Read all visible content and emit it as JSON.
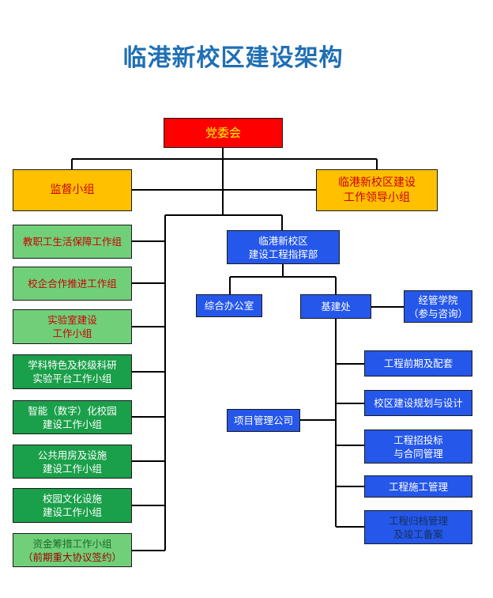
{
  "title": "临港新校区建设架构",
  "nodes": {
    "party_committee": [
      "党委会"
    ],
    "supervision_group": [
      "监督小组"
    ],
    "leadership_group": [
      "临港新校区建设",
      "工作领导小组"
    ],
    "left_groups": [
      [
        "教职工生活保障工作组"
      ],
      [
        "校企合作推进工作组"
      ],
      [
        "实验室建设",
        "工作小组"
      ],
      [
        "学科特色及校级科研",
        "实验平台工作小组"
      ],
      [
        "智能（数字）化校园",
        "建设工作小组"
      ],
      [
        "公共用房及设施",
        "建设工作小组"
      ],
      [
        "校园文化设施",
        "建设工作小组"
      ],
      [
        "资金筹措工作小组",
        "（前期重大协议签约）"
      ]
    ],
    "command_center": [
      "临港新校区",
      "建设工程指挥部"
    ],
    "general_office": [
      "综合办公室"
    ],
    "infrastructure_office": [
      "基建处"
    ],
    "business_school": [
      "经管学院",
      "（参与咨询）"
    ],
    "project_management_company": [
      "项目管理公司"
    ],
    "infrastructure_subunits": [
      [
        "工程前期及配套"
      ],
      [
        "校区建设规划与设计"
      ],
      [
        "工程招投标",
        "与合同管理"
      ],
      [
        "工程施工管理"
      ],
      [
        "工程归档管理",
        "及竣工备案"
      ]
    ]
  },
  "colors": {
    "title": "#1f6fb4",
    "party_committee_fill": "#ff0000",
    "party_committee_text": "#ffff00",
    "leadership_fill": "#ffc000",
    "leadership_text": "#cc0000",
    "left_light_green_fill": "#70d07a",
    "left_light_green_text": "#cc0000",
    "left_dark_green_fill": "#1aa04a",
    "left_dark_green_text": "#ffffff",
    "blue_fill": "#2557ea",
    "blue_text": "#ffffff",
    "line": "#000000"
  }
}
